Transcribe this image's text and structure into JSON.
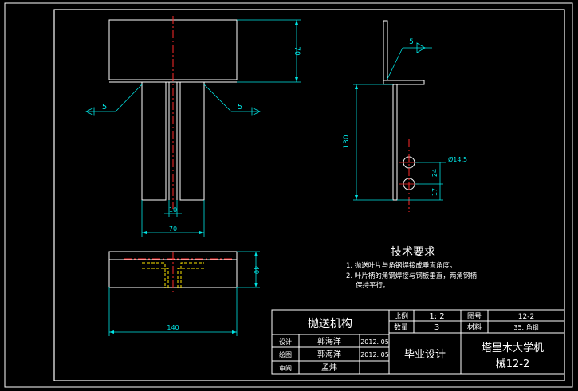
{
  "drawing": {
    "dims": {
      "front_height": "70",
      "front_width": "70",
      "slot_width": "10",
      "top_width": "140",
      "top_height": "40",
      "side_height": "130",
      "hole_dia": "Ø14.5",
      "hole_gap": "24",
      "hole_bottom": "17"
    },
    "weld_symbols": {
      "left": "5",
      "right": "5",
      "side": "5"
    },
    "notes": {
      "title": "技术要求",
      "line1": "1. 抛送叶片与角钢焊接成垂直角度。",
      "line2": "2. 叶片柄的角钢焊接与钢板垂直，两角钢柄",
      "line3": "保持平行。"
    }
  },
  "title_block": {
    "part_name": "抛送机构",
    "scale_label": "比例",
    "scale_value": "1: 2",
    "drawing_no_label": "图号",
    "drawing_no_value": "12-2",
    "qty_label": "数量",
    "qty_value": "3",
    "material_label": "材料",
    "material_value": "35. 角钢",
    "design_label": "设计",
    "design_name": "郭海洋",
    "design_date": "2012. 05",
    "draw_label": "绘图",
    "draw_name": "郭海洋",
    "draw_date": "2012. 05",
    "review_label": "审阅",
    "review_name": "孟炜",
    "project": "毕业设计",
    "school_line1": "塔里木大学机",
    "school_line2": "械12-2"
  },
  "colors": {
    "background": "#000000",
    "object_line": "#ffffff",
    "center_line": "#ff2a2a",
    "dimension": "#00e5e5",
    "hidden_line": "#ffe800"
  }
}
